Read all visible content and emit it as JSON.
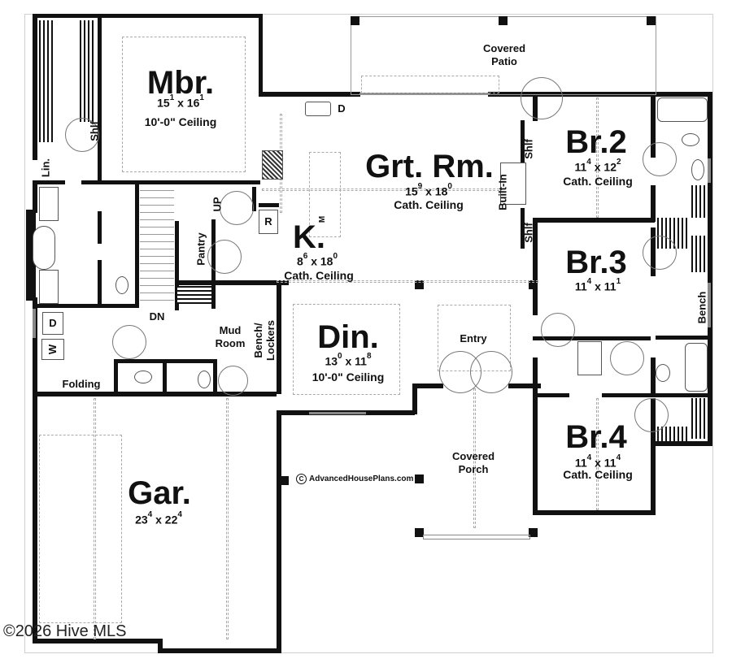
{
  "plan": {
    "rooms": [
      {
        "id": "mbr",
        "name": "Mbr.",
        "dims": {
          "w_ft": "15",
          "w_in": "1",
          "d_ft": "16",
          "d_in": "1"
        },
        "ceiling": "10'-0\" Ceiling"
      },
      {
        "id": "grt",
        "name": "Grt. Rm.",
        "dims": {
          "w_ft": "15",
          "w_in": "9",
          "d_ft": "18",
          "d_in": "0"
        },
        "ceiling": "Cath. Ceiling"
      },
      {
        "id": "k",
        "name": "K.",
        "dims": {
          "w_ft": "8",
          "w_in": "6",
          "d_ft": "18",
          "d_in": "0"
        },
        "ceiling": "Cath. Ceiling"
      },
      {
        "id": "br2",
        "name": "Br.2",
        "dims": {
          "w_ft": "11",
          "w_in": "4",
          "d_ft": "12",
          "d_in": "2"
        },
        "ceiling": "Cath. Ceiling"
      },
      {
        "id": "br3",
        "name": "Br.3",
        "dims": {
          "w_ft": "11",
          "w_in": "4",
          "d_ft": "11",
          "d_in": "1"
        },
        "ceiling": ""
      },
      {
        "id": "br4",
        "name": "Br.4",
        "dims": {
          "w_ft": "11",
          "w_in": "4",
          "d_ft": "11",
          "d_in": "4"
        },
        "ceiling": "Cath. Ceiling"
      },
      {
        "id": "din",
        "name": "Din.",
        "dims": {
          "w_ft": "13",
          "w_in": "0",
          "d_ft": "11",
          "d_in": "8"
        },
        "ceiling": "10'-0\" Ceiling"
      },
      {
        "id": "gar",
        "name": "Gar.",
        "dims": {
          "w_ft": "23",
          "w_in": "4",
          "d_ft": "22",
          "d_in": "4"
        },
        "ceiling": ""
      }
    ],
    "areas": {
      "covered_patio_1": "Covered",
      "covered_patio_2": "Patio",
      "covered_porch_1": "Covered",
      "covered_porch_2": "Porch",
      "entry": "Entry",
      "mud_room_1": "Mud",
      "mud_room_2": "Room",
      "bench_lockers_1": "Bench/",
      "bench_lockers_2": "Lockers",
      "folding": "Folding",
      "pantry": "Pantry",
      "bench": "Bench",
      "built_in": "Built-In",
      "shelf": "Shlf",
      "linen": "Lin.",
      "up": "UP",
      "down": "DN",
      "dishwasher": "D",
      "refrigerator": "R",
      "microwave": "M",
      "dryer": "D",
      "washer": "W"
    },
    "x_label": "x",
    "credit": "AdvancedHousePlans.com",
    "credit_symbol": "C",
    "watermark": "©2026 Hive MLS"
  }
}
